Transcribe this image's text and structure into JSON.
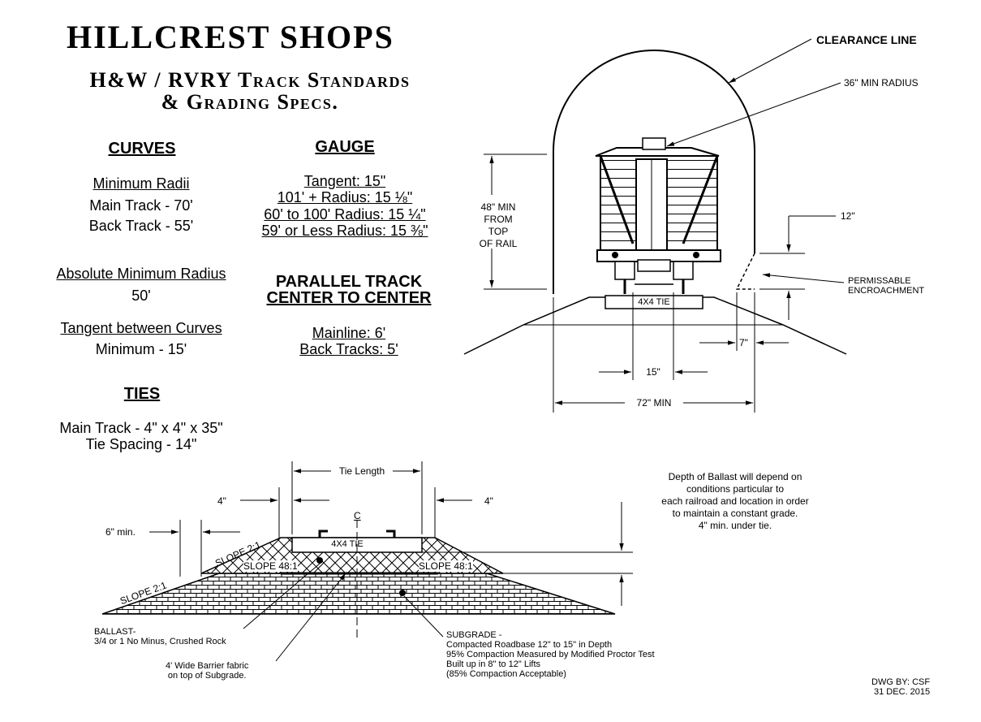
{
  "header": {
    "title": "HILLCREST SHOPS",
    "subtitle_line1": "H&W / RVRY Track Standards",
    "subtitle_line2": "& Grading Specs."
  },
  "curves": {
    "heading": "CURVES",
    "min_radii_label": "Minimum Radii",
    "main_track": "Main Track - 70'",
    "back_track": "Back Track - 55'",
    "abs_min_label": "Absolute Minimum Radius",
    "abs_min_value": "50'",
    "tangent_label": "Tangent between Curves",
    "tangent_value": "Minimum  - 15'"
  },
  "gauge": {
    "heading": "GAUGE",
    "tangent": "Tangent: 15\"",
    "r101": "101' + Radius: 15 ⅛\"",
    "r60": "60' to 100' Radius: 15 ¼\"",
    "r59": "59' or Less Radius: 15 ⅜\""
  },
  "parallel": {
    "heading_line1": "PARALLEL TRACK",
    "heading_line2": "CENTER TO CENTER",
    "mainline": "Mainline: 6'",
    "back": "Back Tracks: 5'"
  },
  "ties": {
    "heading": "TIES",
    "main": "Main Track - 4\" x 4\" x 35\"",
    "spacing": "Tie Spacing - 14\""
  },
  "clearance": {
    "clearance_line": "CLEARANCE LINE",
    "min_radius": "36\" MIN RADIUS",
    "height_l1": "48\" MIN",
    "height_l2": "FROM",
    "height_l3": "TOP",
    "height_l4": "OF RAIL",
    "dim_12": "12\"",
    "encroach_l1": "PERMISSABLE",
    "encroach_l2": "ENCROACHMENT",
    "tie": "4X4 TIE",
    "dim_7": "7\"",
    "dim_15": "15\"",
    "dim_72": "72\" MIN"
  },
  "section": {
    "tie_length": "Tie Length",
    "four_left": "4\"",
    "four_right": "4\"",
    "six_min": "6\" min.",
    "slope_21_upper": "SLOPE  2:1",
    "slope_21_lower": "SLOPE  2:1",
    "slope_481_left": "SLOPE  48:1",
    "slope_481_right": "SLOPE  48:1",
    "tie": "4X4 TIE",
    "centerline": "C",
    "ballast_depth": [
      "Depth of Ballast will depend on",
      "conditions particular to",
      "each railroad and location in order",
      "to maintain a constant grade.",
      "4\" min. under tie."
    ],
    "ballast_label": [
      "BALLAST-",
      "3/4 or 1 No Minus, Crushed Rock"
    ],
    "fabric_label": [
      "4' Wide Barrier fabric",
      "on top of Subgrade."
    ],
    "subgrade_label": [
      "SUBGRADE -",
      "Compacted Roadbase 12\" to 15\" in Depth",
      "95% Compaction Measured by Modified Proctor Test",
      "Built up in 8\" to 12\" Lifts",
      "(85% Compaction Acceptable)"
    ]
  },
  "footer": {
    "drawn_by": "DWG BY: CSF",
    "date": "31 DEC. 2015"
  }
}
